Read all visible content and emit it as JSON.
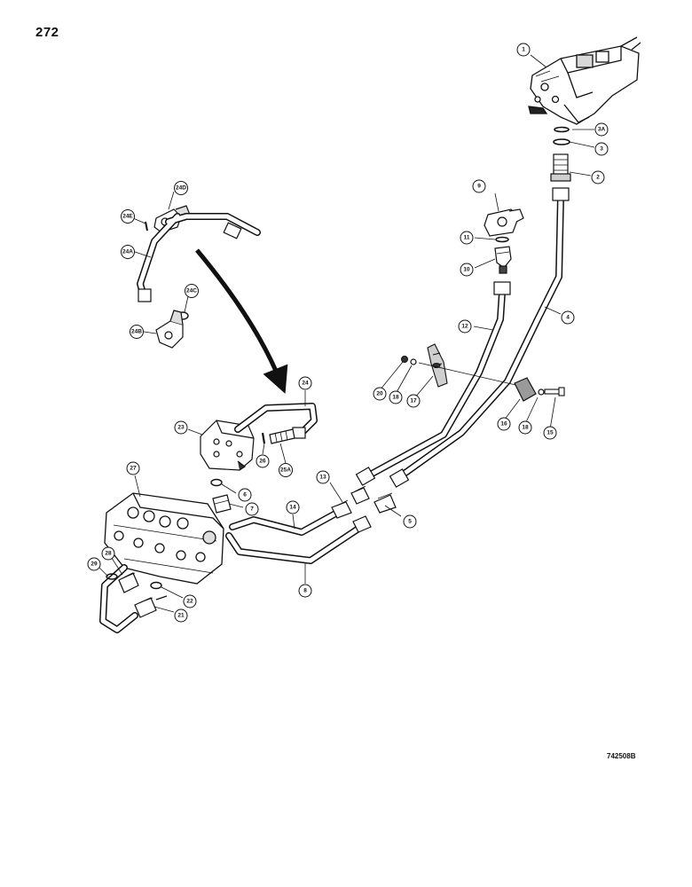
{
  "page": {
    "number": "272",
    "drawing_code": "742508B"
  },
  "callouts": [
    {
      "id": "c1",
      "label": "1"
    },
    {
      "id": "c3a",
      "label": "3A"
    },
    {
      "id": "c3",
      "label": "3"
    },
    {
      "id": "c2",
      "label": "2"
    },
    {
      "id": "c9",
      "label": "9"
    },
    {
      "id": "c11",
      "label": "11"
    },
    {
      "id": "c10",
      "label": "10"
    },
    {
      "id": "c12",
      "label": "12"
    },
    {
      "id": "c4",
      "label": "4"
    },
    {
      "id": "c20",
      "label": "20"
    },
    {
      "id": "c18a",
      "label": "18"
    },
    {
      "id": "c17",
      "label": "17"
    },
    {
      "id": "c16",
      "label": "16"
    },
    {
      "id": "c18b",
      "label": "18"
    },
    {
      "id": "c15",
      "label": "15"
    },
    {
      "id": "c24d1",
      "label": "24D"
    },
    {
      "id": "c24e",
      "label": "24E"
    },
    {
      "id": "c24a",
      "label": "24A"
    },
    {
      "id": "c24c",
      "label": "24C"
    },
    {
      "id": "c24b",
      "label": "24B"
    },
    {
      "id": "c24",
      "label": "24"
    },
    {
      "id": "c23",
      "label": "23"
    },
    {
      "id": "c26",
      "label": "26"
    },
    {
      "id": "c25a",
      "label": "25A"
    },
    {
      "id": "c27",
      "label": "27"
    },
    {
      "id": "c6",
      "label": "6"
    },
    {
      "id": "c7",
      "label": "7"
    },
    {
      "id": "c13",
      "label": "13"
    },
    {
      "id": "c14",
      "label": "14"
    },
    {
      "id": "c5",
      "label": "5"
    },
    {
      "id": "c8",
      "label": "8"
    },
    {
      "id": "c28",
      "label": "28"
    },
    {
      "id": "c29",
      "label": "29"
    },
    {
      "id": "c22",
      "label": "22"
    },
    {
      "id": "c21",
      "label": "21"
    }
  ]
}
